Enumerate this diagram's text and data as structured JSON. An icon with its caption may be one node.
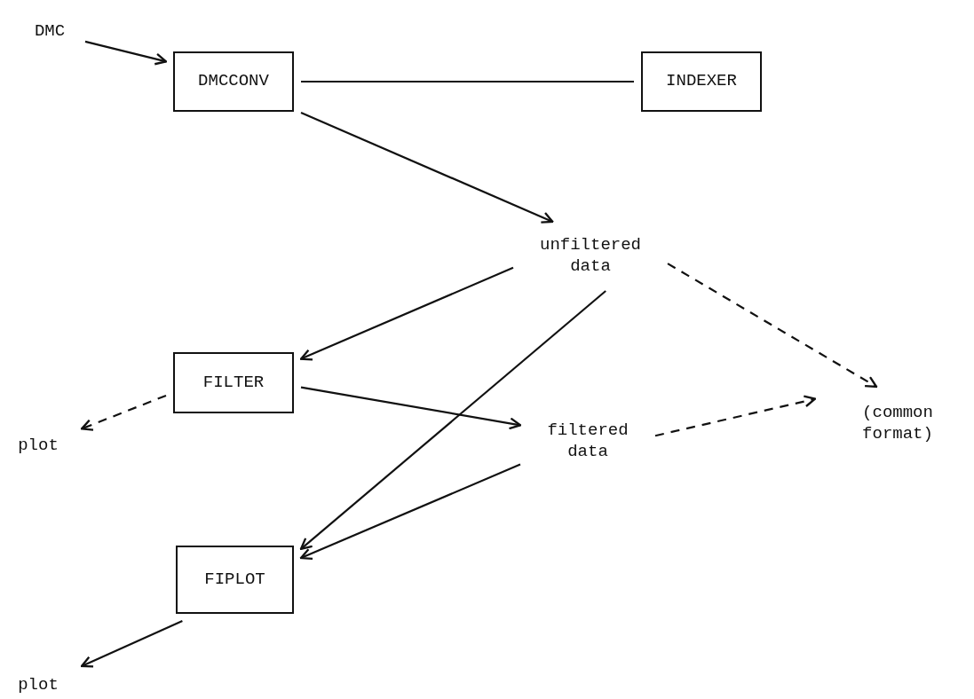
{
  "diagram": {
    "nodes": [
      {
        "text": [
          "DMC"
        ]
      },
      {
        "text": [
          "DMCCONV"
        ]
      },
      {
        "text": [
          "INDEXER"
        ]
      },
      {
        "text": [
          "unfiltered data"
        ]
      },
      {
        "text": [
          "FILTER"
        ]
      },
      {
        "text": [
          "(common format)"
        ]
      },
      {
        "text": [
          "plot"
        ]
      },
      {
        "text": [
          "filtered data"
        ]
      },
      {
        "text": [
          "FIPLOT"
        ]
      },
      {
        "text": [
          "plot"
        ]
      }
    ],
    "edges": [
      {
        "from": 0,
        "to": 1,
        "arrow": "to"
      },
      {
        "from": 1,
        "to": 2,
        "arrow": "none"
      },
      {
        "from": 1,
        "to": 3,
        "arrow": "to"
      },
      {
        "from": 3,
        "to": 4,
        "arrow": "to"
      },
      {
        "from": 3,
        "to": 8,
        "arrow": "to"
      },
      {
        "from": 4,
        "to": 7,
        "arrow": "to"
      },
      {
        "from": 4,
        "to": 6,
        "arrow": "to",
        "style": "dashed"
      },
      {
        "from": 3,
        "to": 5,
        "arrow": "to",
        "style": "dashed"
      },
      {
        "from": 7,
        "to": 5,
        "arrow": "to",
        "style": "dashed"
      },
      {
        "from": 7,
        "to": 8,
        "arrow": "to"
      },
      {
        "from": 8,
        "to": 9,
        "arrow": "to"
      }
    ]
  }
}
